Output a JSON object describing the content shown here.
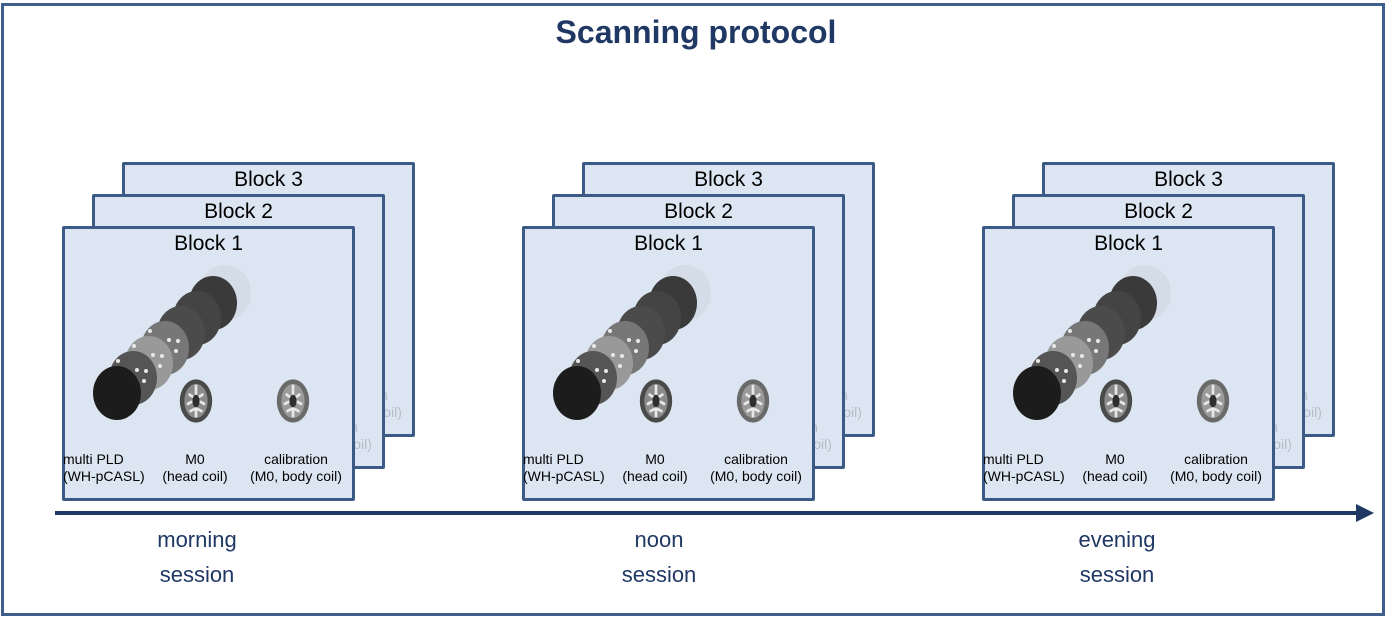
{
  "title": "Scanning protocol",
  "colors": {
    "frame_border": "#3e5f8a",
    "block_fill": "#dce6f2",
    "block_border": "#3b5a86",
    "title_text": "#1f3864",
    "timeline": "#1f3864"
  },
  "sessions": [
    {
      "name_line1": "morning",
      "name_line2": "session",
      "blocks": [
        "Block 1",
        "Block 2",
        "Block 3"
      ]
    },
    {
      "name_line1": "noon",
      "name_line2": "session",
      "blocks": [
        "Block 1",
        "Block 2",
        "Block 3"
      ]
    },
    {
      "name_line1": "evening",
      "name_line2": "session",
      "blocks": [
        "Block 1",
        "Block 2",
        "Block 3"
      ]
    }
  ],
  "scans": [
    {
      "line1": "multi PLD",
      "line2": "(WH-pCASL)",
      "icon": "multi-pld-brain-series"
    },
    {
      "line1": "M0",
      "line2": "(head coil)",
      "icon": "brain-axial-slice"
    },
    {
      "line1": "calibration",
      "line2": "(M0, body coil)",
      "icon": "brain-axial-slice"
    }
  ],
  "timeline": {
    "icon": "arrow-right"
  }
}
